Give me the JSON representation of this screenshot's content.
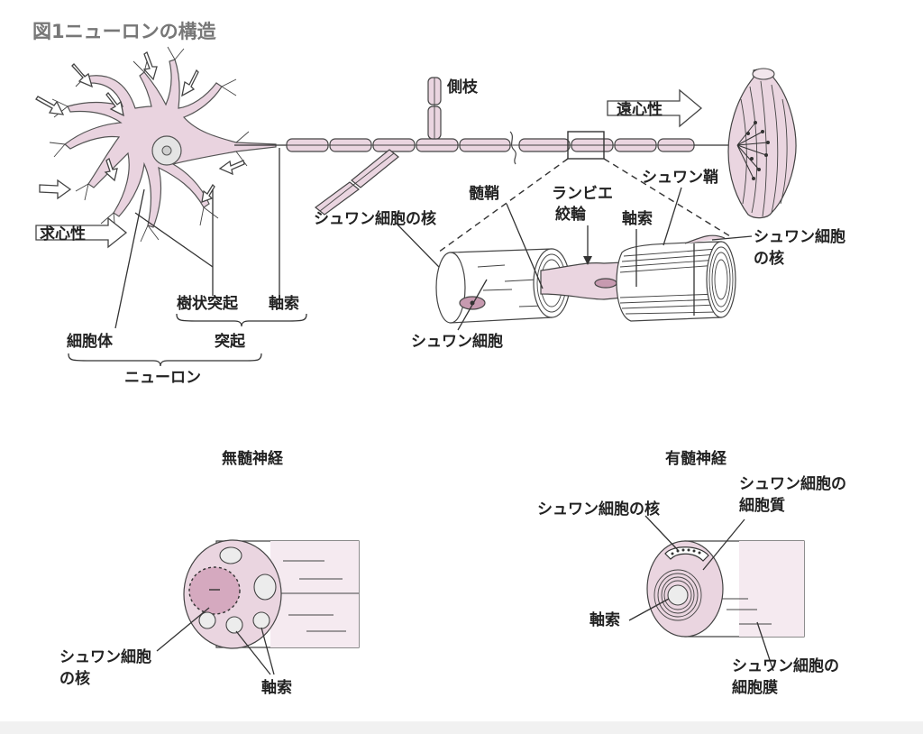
{
  "figure": {
    "title": "図1ニューロンの構造"
  },
  "neuron": {
    "dendrite_label": "樹状突起",
    "axon_label": "軸索",
    "cell_body_label": "細胞体",
    "process_label": "突起",
    "neuron_label": "ニューロン",
    "afferent_label": "求心性",
    "efferent_label": "遠心性",
    "collateral_label": "側枝",
    "schwann_nucleus_label": "シュワン細胞の核"
  },
  "detail": {
    "myelin_label": "髄鞘",
    "ranvier_line1": "ランビエ",
    "ranvier_line2": "絞輪",
    "axon_label": "軸索",
    "schwann_sheath_label": "シュワン鞘",
    "schwann_nucleus_line1": "シュワン細胞",
    "schwann_nucleus_line2": "の核",
    "schwann_cell_label": "シュワン細胞"
  },
  "unmyelinated": {
    "title": "無髄神経",
    "nucleus_line1": "シュワン細胞",
    "nucleus_line2": "の核",
    "axon_label": "軸索"
  },
  "myelinated": {
    "title": "有髄神経",
    "nucleus_label": "シュワン細胞の核",
    "cytoplasm_line1": "シュワン細胞の",
    "cytoplasm_line2": "細胞質",
    "axon_label": "軸索",
    "membrane_line1": "シュワン細胞の",
    "membrane_line2": "細胞膜"
  },
  "colors": {
    "tissue_pink": "#ead5e0",
    "nucleus_dark": "#c79ab0",
    "title_gray": "#777777"
  }
}
